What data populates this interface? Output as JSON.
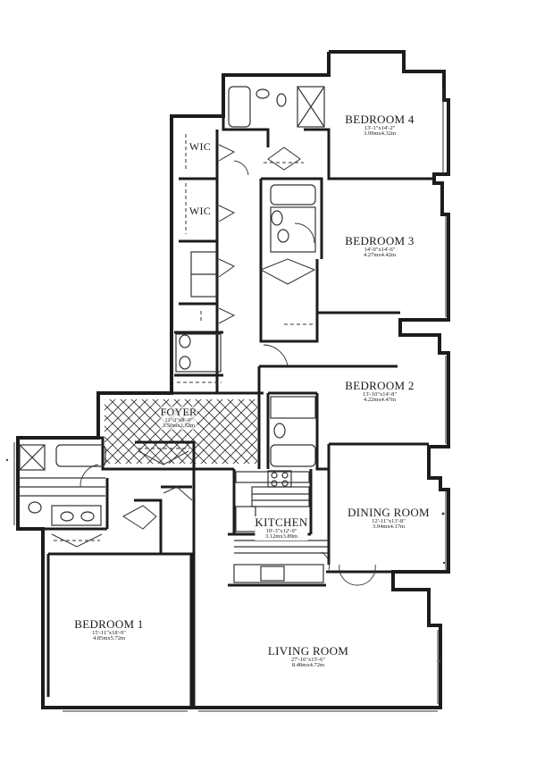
{
  "rooms": {
    "bedroom4": {
      "name": "BEDROOM 4",
      "dim_imperial": "13'-1\"x14'-2\"",
      "dim_metric": "3.99mx4.32m"
    },
    "bedroom3": {
      "name": "BEDROOM 3",
      "dim_imperial": "14'-0\"x14'-6\"",
      "dim_metric": "4.27mx4.42m"
    },
    "bedroom2": {
      "name": "BEDROOM 2",
      "dim_imperial": "13'-10\"x14'-8\"",
      "dim_metric": "4.22mx4.47m"
    },
    "bedroom1": {
      "name": "BEDROOM 1",
      "dim_imperial": "15'-11\"x18'-9\"",
      "dim_metric": "4.85mx5.72m"
    },
    "foyer": {
      "name": "FOYER",
      "dim_imperial": "11'-3\"x8'-0\"",
      "dim_metric": "3.50mx2.52m"
    },
    "kitchen": {
      "name": "KITCHEN",
      "dim_imperial": "10'-3\"x12'-9\"",
      "dim_metric": "3.12mx3.89m"
    },
    "dining": {
      "name": "DINING ROOM",
      "dim_imperial": "12'-11\"x13'-8\"",
      "dim_metric": "3.94mx4.17m"
    },
    "living": {
      "name": "LIVING ROOM",
      "dim_imperial": "27'-10\"x15'-6\"",
      "dim_metric": "8.48mx4.72m"
    },
    "wic1": {
      "name": "WIC"
    },
    "wic2": {
      "name": "WIC"
    }
  },
  "colors": {
    "wall": "#1c1c1c",
    "paper": "#ffffff",
    "hatch": "#333333"
  }
}
